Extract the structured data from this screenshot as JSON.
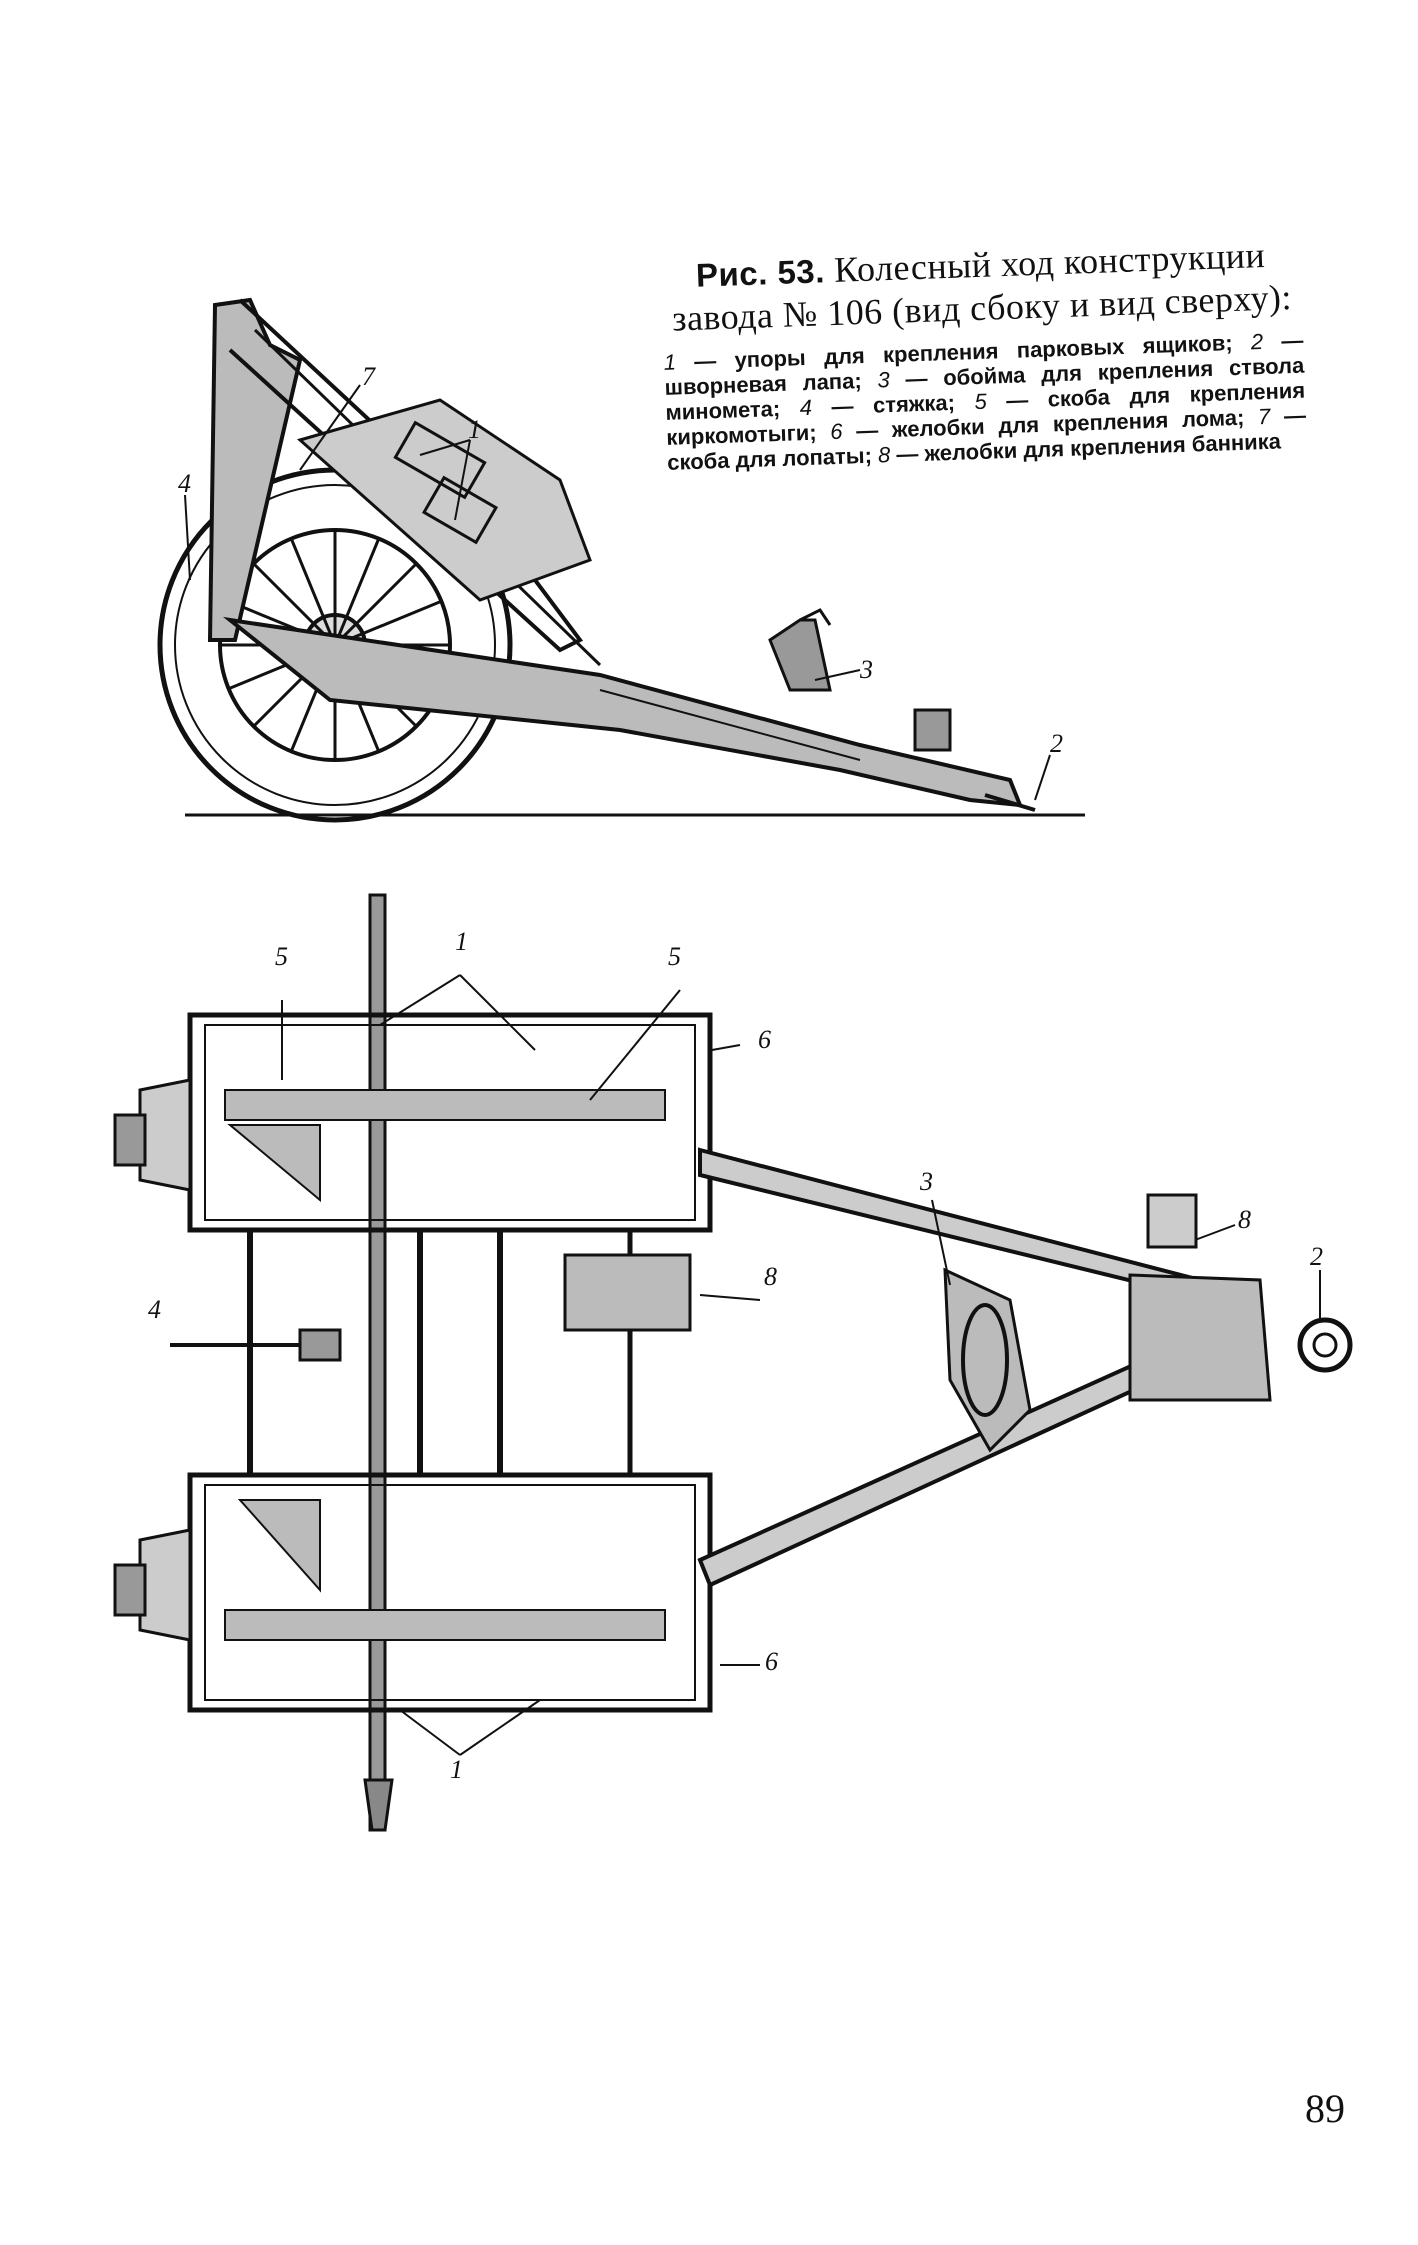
{
  "caption": {
    "fig_label": "Рис. 53.",
    "title_rest": "Колесный ход конструкции завода № 106 (вид сбоку и вид сверху):",
    "legend": [
      {
        "n": "1",
        "text": "упоры для крепления парковых ящиков;"
      },
      {
        "n": "2",
        "text": "шворневая лапа;"
      },
      {
        "n": "3",
        "text": "обойма для крепления ствола миномета;"
      },
      {
        "n": "4",
        "text": "стяжка;"
      },
      {
        "n": "5",
        "text": "скоба для крепления киркомотыги;"
      },
      {
        "n": "6",
        "text": "желобки для крепления лома;"
      },
      {
        "n": "7",
        "text": "скоба для лопаты;"
      },
      {
        "n": "8",
        "text": "желобки для крепления банника"
      }
    ]
  },
  "side_view_labels": {
    "l7": "7",
    "l1": "1",
    "l4": "4",
    "l3": "3",
    "l2": "2"
  },
  "top_view_labels": {
    "l1a": "1",
    "l5a": "5",
    "l5b": "5",
    "l6a": "6",
    "l3": "3",
    "l8a": "8",
    "l8b": "8",
    "l2": "2",
    "l4": "4",
    "l6b": "6",
    "l1b": "1"
  },
  "page_number": "89"
}
